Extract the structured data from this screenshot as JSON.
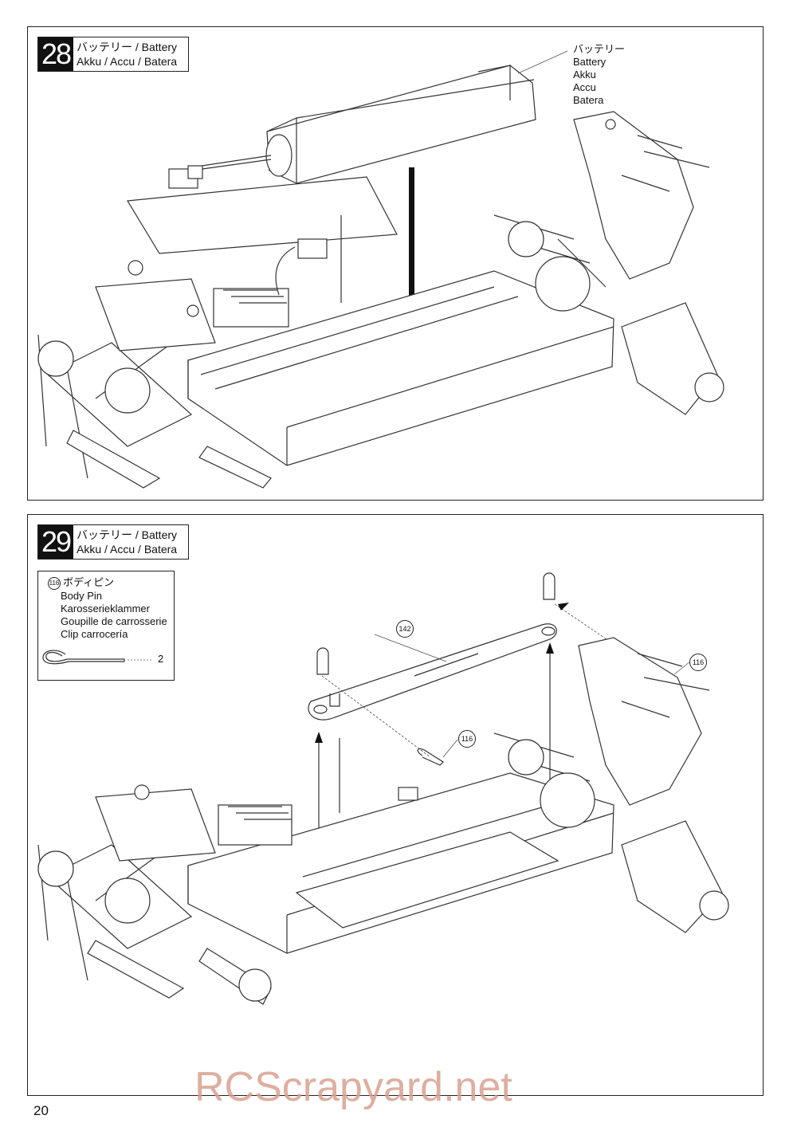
{
  "page": {
    "number": "20",
    "watermark": "RCScrapyard.net"
  },
  "step28": {
    "number": "28",
    "title_line1": "バッテリー / Battery",
    "title_line2": "Akku / Accu / Batera",
    "battery_label": [
      "バッテリー",
      "Battery",
      "Akku",
      "Accu",
      "Batera"
    ]
  },
  "step29": {
    "number": "29",
    "title_line1": "バッテリー / Battery",
    "title_line2": "Akku / Accu / Batera",
    "legend": {
      "part_no": "116",
      "name_jp": "ボディピン",
      "names": [
        "Body Pin",
        "Karosserieklammer",
        "Goupille de carrosserie",
        "Clip carrocería"
      ],
      "quantity": "2"
    },
    "callouts": {
      "strap": "142",
      "pin_a": "116",
      "pin_b": "116"
    }
  }
}
